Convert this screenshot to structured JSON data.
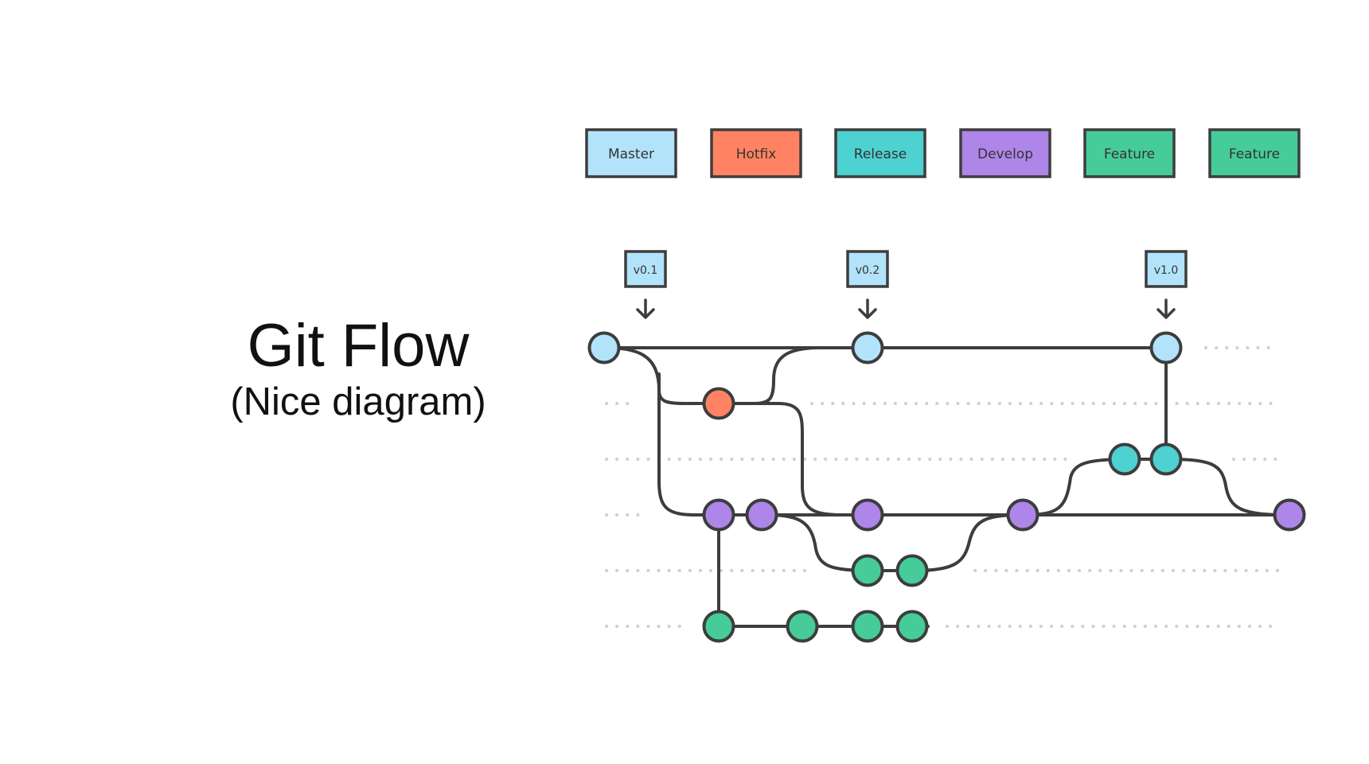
{
  "slide": {
    "title": "Git Flow",
    "subtitle": "(Nice diagram)"
  },
  "legend": [
    {
      "key": "master",
      "label": "Master",
      "color": "#b3e3fb"
    },
    {
      "key": "hotfix",
      "label": "Hotfix",
      "color": "#ff8362"
    },
    {
      "key": "release",
      "label": "Release",
      "color": "#4dd1d1"
    },
    {
      "key": "develop",
      "label": "Develop",
      "color": "#ae85e8"
    },
    {
      "key": "feature",
      "label": "Feature",
      "color": "#46cc99"
    },
    {
      "key": "feature",
      "label": "Feature",
      "color": "#46cc99"
    }
  ],
  "tags": [
    {
      "label": "v0.1",
      "commit": "m1"
    },
    {
      "label": "v0.2",
      "commit": "m2"
    },
    {
      "label": "v1.0",
      "commit": "m3"
    }
  ],
  "colors": {
    "stroke": "#3d3d3d",
    "dots": "#cfcfcf",
    "master": "#b3e3fb",
    "hotfix": "#ff8362",
    "release": "#4dd1d1",
    "develop": "#ae85e8",
    "feature": "#46cc99"
  }
}
